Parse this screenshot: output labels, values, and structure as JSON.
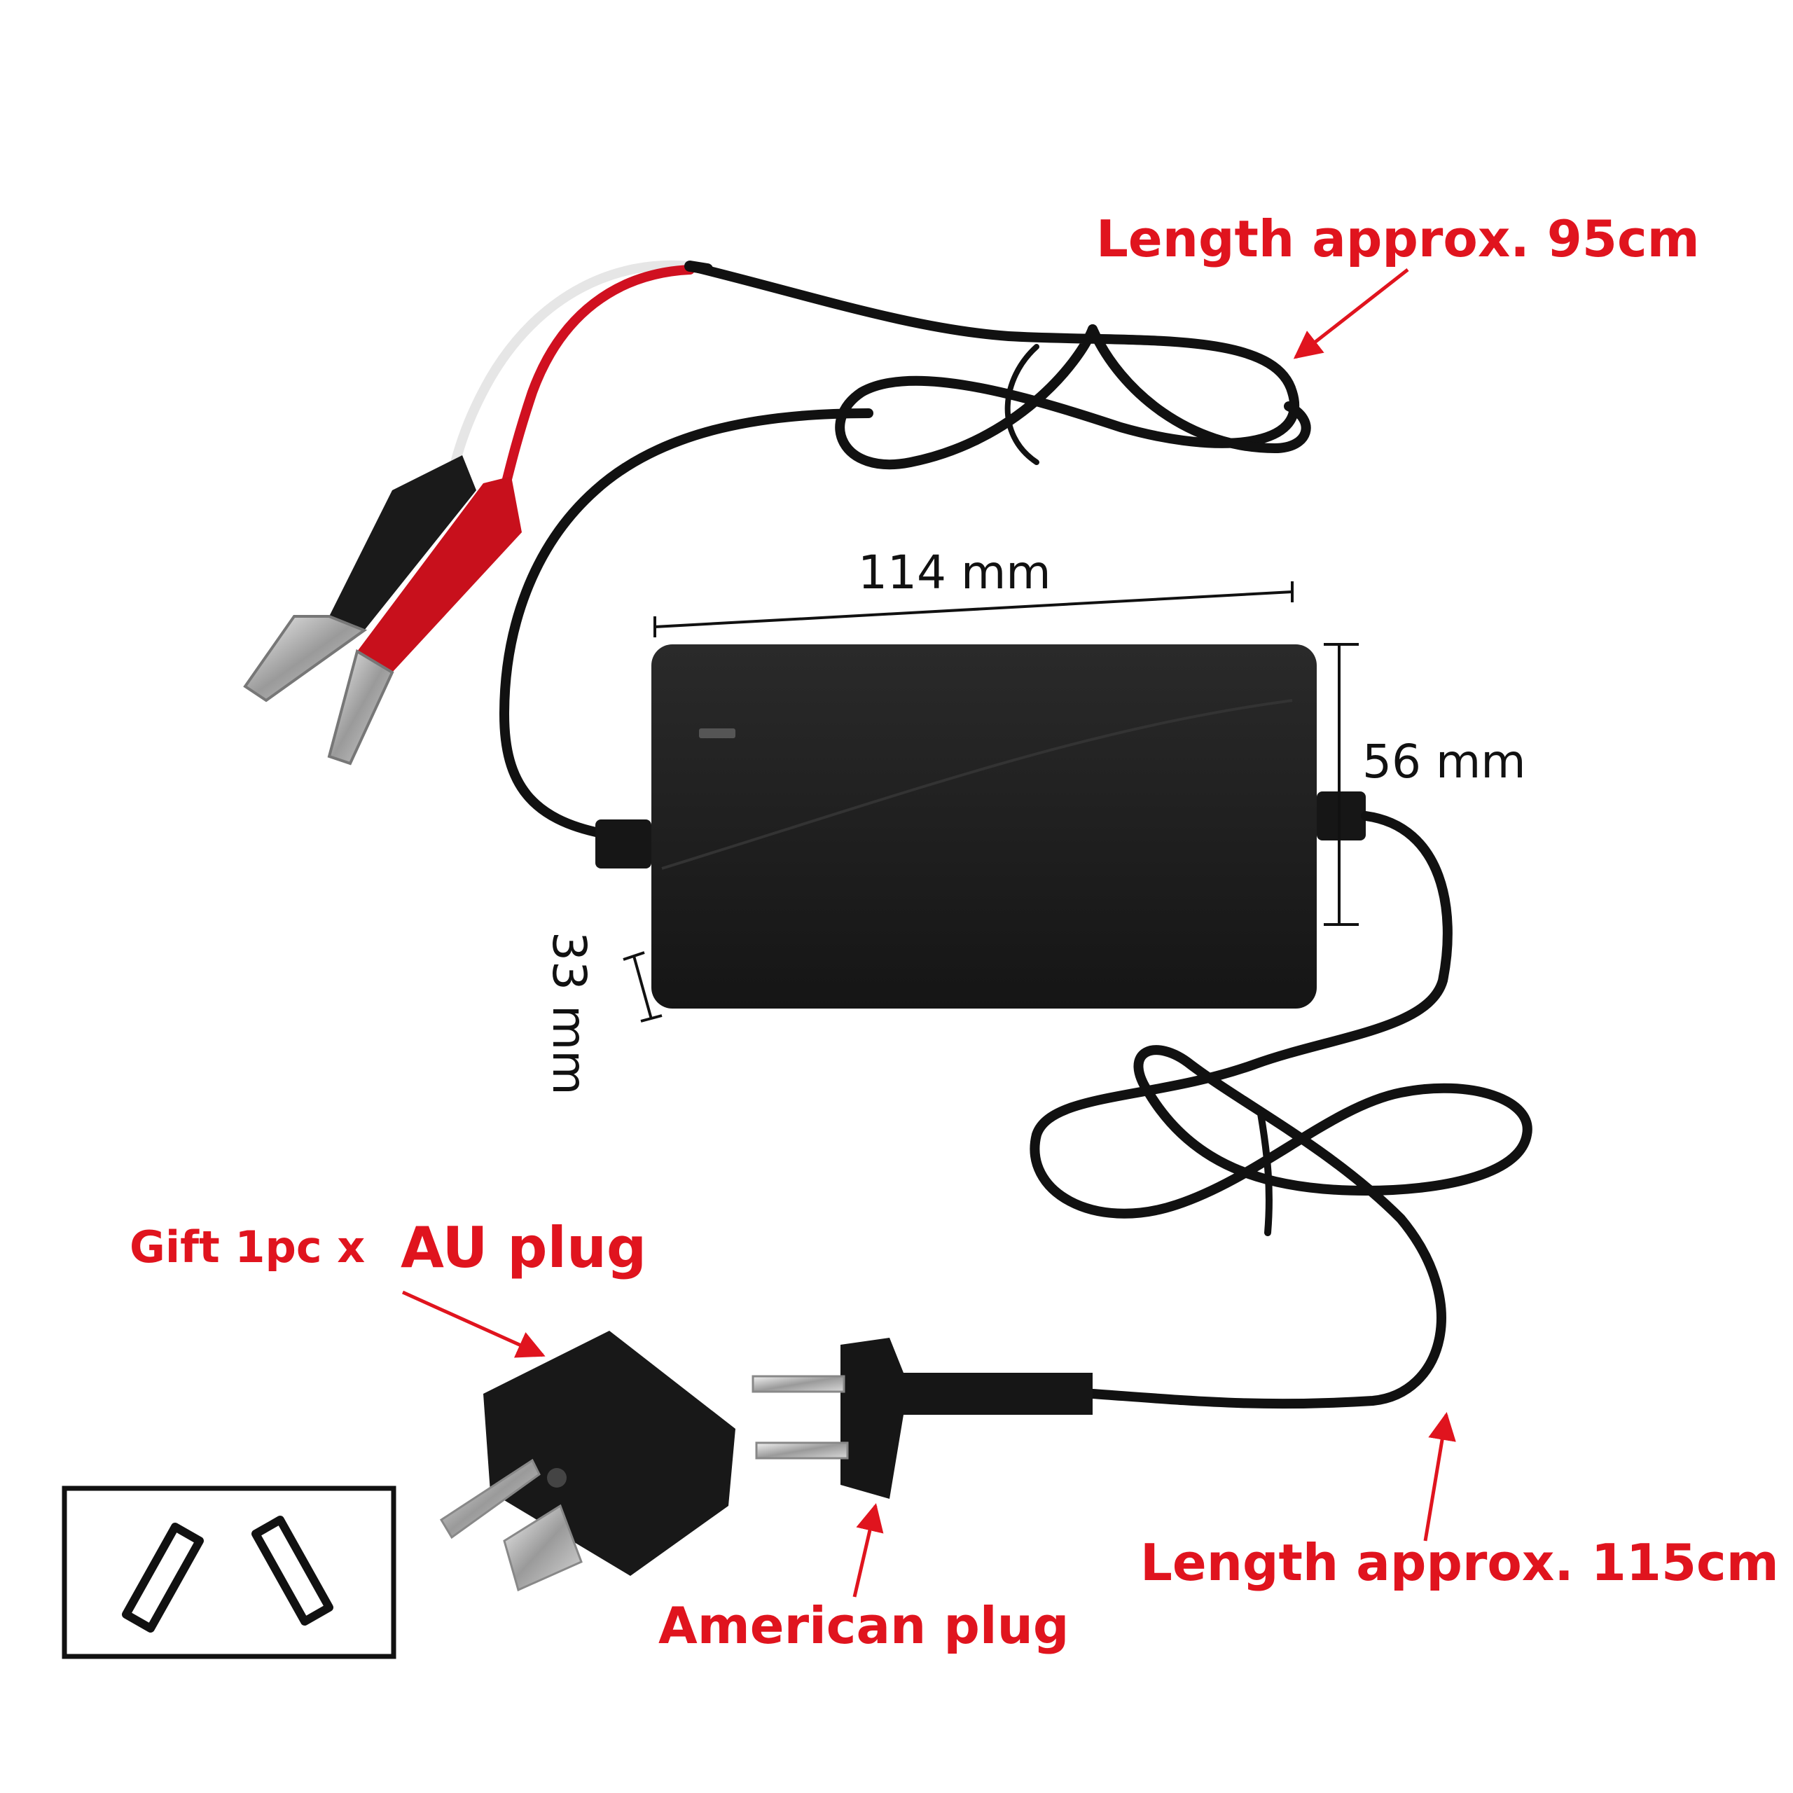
{
  "labels": {
    "top_cable_length": "Length approx. 95cm",
    "bottom_cable_length": "Length approx. 115cm",
    "american_plug": "American plug",
    "gift_prefix": "Gift 1pc x",
    "au_plug": "AU plug"
  },
  "dimensions": {
    "width": "114 mm",
    "height": "56 mm",
    "depth": "33 mm"
  },
  "colors": {
    "annotation_red": "#e0141e",
    "dimension_black": "#111111",
    "adapter_body": "#1c1c1c",
    "clip_red": "#c8101c"
  }
}
